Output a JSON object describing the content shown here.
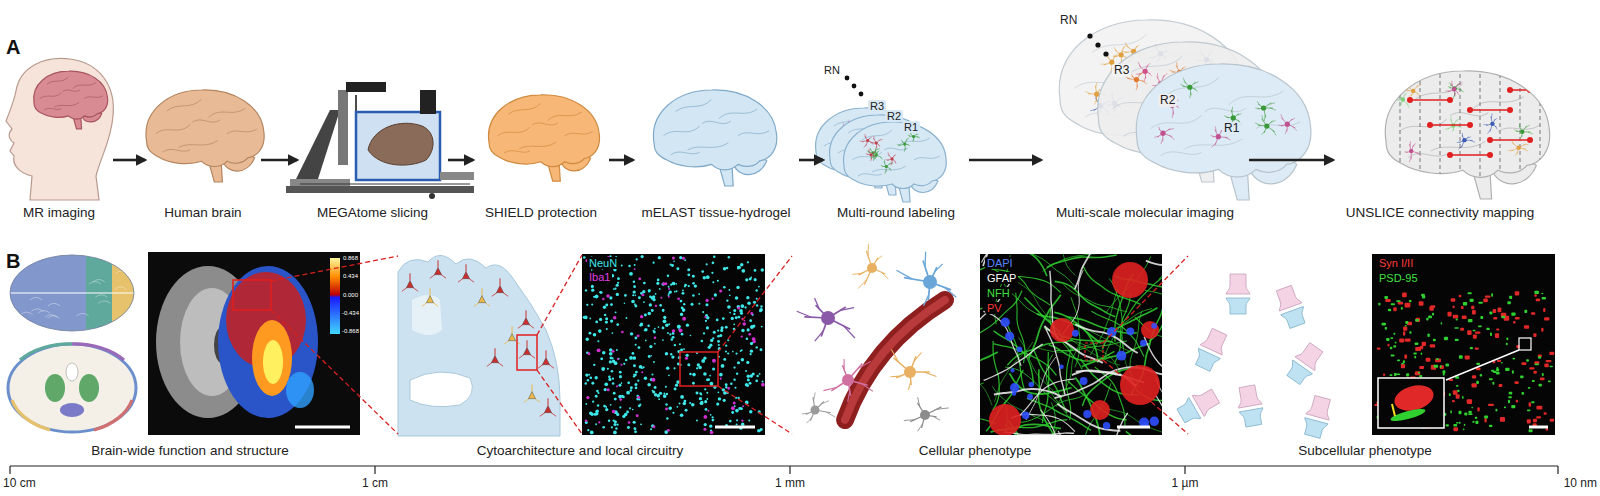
{
  "diagram": {
    "nodes": [
      {
        "text": [
          "MR imaging"
        ]
      },
      {
        "text": [
          "Human brain"
        ]
      },
      {
        "text": [
          "MEGAtome slicing"
        ]
      },
      {
        "text": [
          "SHIELD protection"
        ]
      },
      {
        "text": [
          "mELAST tissue-hydrogel"
        ]
      },
      {
        "text": [
          "Multi-round labeling"
        ]
      },
      {
        "text": [
          "Multi-scale molecular imaging"
        ]
      },
      {
        "text": [
          "UNSLICE connectivity mapping"
        ]
      }
    ],
    "edges": [
      {
        "from": 0,
        "to": 1,
        "arrow": "to"
      },
      {
        "from": 1,
        "to": 2,
        "arrow": "to"
      },
      {
        "from": 2,
        "to": 3,
        "arrow": "to"
      },
      {
        "from": 3,
        "to": 4,
        "arrow": "to"
      },
      {
        "from": 4,
        "to": 5,
        "arrow": "to"
      },
      {
        "from": 5,
        "to": 6,
        "arrow": "to"
      },
      {
        "from": 6,
        "to": 7,
        "arrow": "to"
      }
    ],
    "labels": [
      "A",
      "RN",
      "R3",
      "R2",
      "R1",
      "RN",
      "R3",
      "R2",
      "R1",
      "B",
      "0.868",
      "0.434",
      "0.000",
      "-0.434",
      "-0.868",
      "NeuN",
      "Iba1",
      "DAPI",
      "GFAP",
      "NFH",
      "PV",
      "Syn I/II",
      "PSD-95",
      "Brain-wide function and structure",
      "Cytoarchitecture and local circuitry",
      "Cellular phenotype",
      "Subcellular phenotype",
      "10 cm",
      "1 cm",
      "1 mm",
      "1 µm",
      "10 nm"
    ]
  }
}
